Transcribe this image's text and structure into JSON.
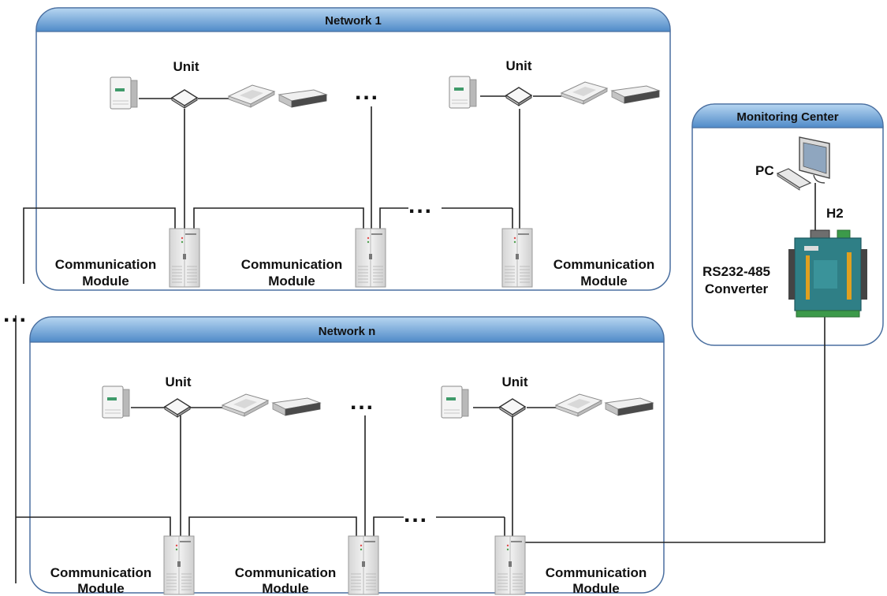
{
  "networks": [
    {
      "title": "Network 1"
    },
    {
      "title": "Network n"
    }
  ],
  "labels": {
    "unit": "Unit",
    "comm_line1": "Communication",
    "comm_line2": "Module",
    "ellipsis": "..."
  },
  "monitoring": {
    "title": "Monitoring Center",
    "pc_label": "PC",
    "h2_label": "H2",
    "converter_line1": "RS232-485",
    "converter_line2": "Converter"
  },
  "colors": {
    "header_top": "#9ec7ea",
    "header_bottom": "#4e88c6",
    "panel_border": "#4a6fa0",
    "cabinet": "#e6e6e6",
    "converter": "#2f7f86"
  },
  "icons": [
    "outdoor-unit-icon",
    "cassette-unit-icon",
    "duct-unit-icon",
    "network-hub-icon",
    "cabinet-icon",
    "pc-monitor-icon",
    "keyboard-icon",
    "converter-icon"
  ]
}
